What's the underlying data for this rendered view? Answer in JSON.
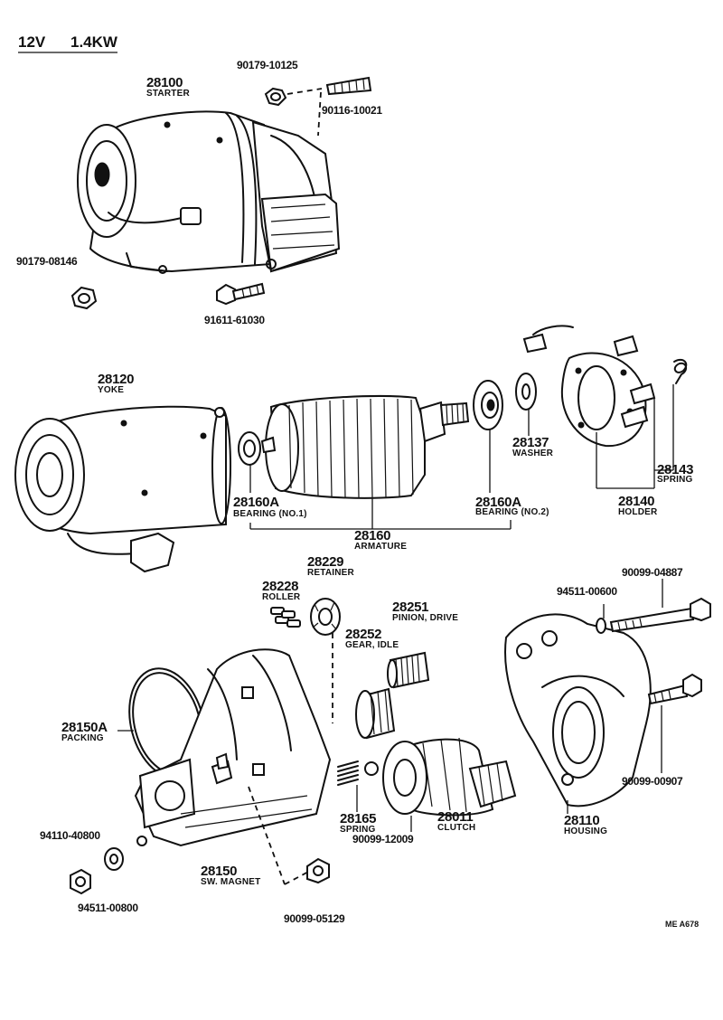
{
  "header": {
    "voltage": "12V",
    "power": "1.4KW"
  },
  "parts": [
    {
      "id": "starter",
      "number": "28100",
      "name": "STARTER"
    },
    {
      "id": "nut-top",
      "number": "90179-10125",
      "name": ""
    },
    {
      "id": "stud",
      "number": "90116-10021",
      "name": ""
    },
    {
      "id": "nut-left",
      "number": "90179-08146",
      "name": ""
    },
    {
      "id": "bolt-starter",
      "number": "91611-61030",
      "name": ""
    },
    {
      "id": "yoke",
      "number": "28120",
      "name": "YOKE"
    },
    {
      "id": "bearing-1",
      "number": "28160A",
      "name": "BEARING (NO.1)"
    },
    {
      "id": "armature",
      "number": "28160",
      "name": "ARMATURE"
    },
    {
      "id": "bearing-2",
      "number": "28160A",
      "name": "BEARING (NO.2)"
    },
    {
      "id": "washer",
      "number": "28137",
      "name": "WASHER"
    },
    {
      "id": "spring-holder",
      "number": "28143",
      "name": "SPRING"
    },
    {
      "id": "holder",
      "number": "28140",
      "name": "HOLDER"
    },
    {
      "id": "retainer",
      "number": "28229",
      "name": "RETAINER"
    },
    {
      "id": "roller",
      "number": "28228",
      "name": "ROLLER"
    },
    {
      "id": "pinion",
      "number": "28251",
      "name": "PINION, DRIVE"
    },
    {
      "id": "idle-gear",
      "number": "28252",
      "name": "GEAR, IDLE"
    },
    {
      "id": "packing",
      "number": "28150A",
      "name": "PACKING"
    },
    {
      "id": "washer-top",
      "number": "94511-00600",
      "name": ""
    },
    {
      "id": "bolt-long",
      "number": "90099-04887",
      "name": ""
    },
    {
      "id": "housing",
      "number": "28110",
      "name": "HOUSING"
    },
    {
      "id": "bolt-housing",
      "number": "90099-00907",
      "name": ""
    },
    {
      "id": "spring-magnet",
      "number": "28165",
      "name": "SPRING"
    },
    {
      "id": "ball",
      "number": "90099-12009",
      "name": ""
    },
    {
      "id": "clutch",
      "number": "28011",
      "name": "CLUTCH"
    },
    {
      "id": "sw-magnet",
      "number": "28150",
      "name": "SW. MAGNET"
    },
    {
      "id": "nut-bottom",
      "number": "94110-40800",
      "name": ""
    },
    {
      "id": "washer-bottom",
      "number": "94511-00800",
      "name": ""
    },
    {
      "id": "nut-magnet",
      "number": "90099-05129",
      "name": ""
    }
  ],
  "footer": {
    "code": "ME A678"
  }
}
